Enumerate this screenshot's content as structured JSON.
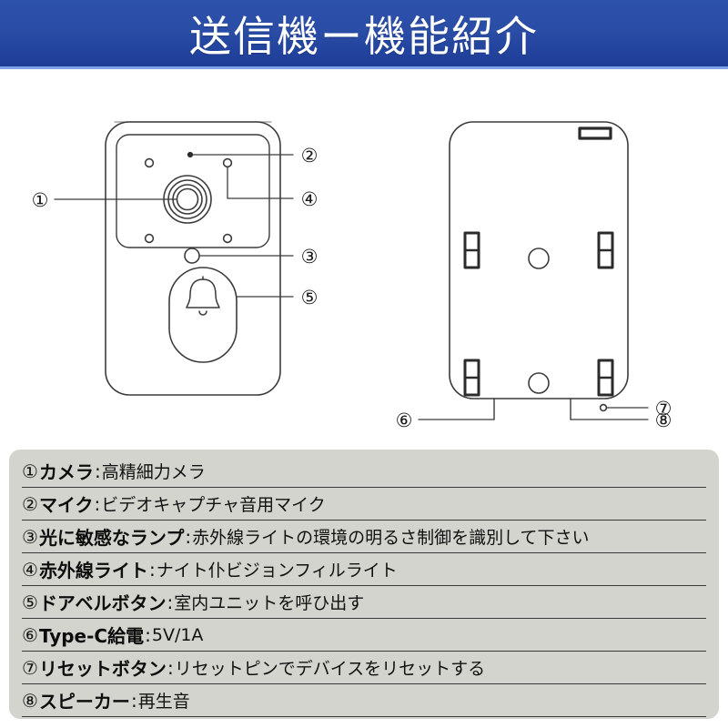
{
  "header": {
    "title": "送信機ー機能紹介",
    "background_color": "#224aa5",
    "text_color": "#ffffff",
    "underline_color": "#7fa1e8"
  },
  "diagram": {
    "front_view": {
      "name": "doorbell-front-view",
      "parts": [
        {
          "id": "camera",
          "callout": "①"
        },
        {
          "id": "microphone",
          "callout": "②"
        },
        {
          "id": "light-sensor",
          "callout": "③"
        },
        {
          "id": "infrared-light",
          "callout": "④"
        },
        {
          "id": "doorbell-button",
          "callout": "⑤"
        }
      ]
    },
    "back_view": {
      "name": "doorbell-back-view",
      "parts": [
        {
          "id": "type-c-power",
          "callout": "⑥"
        },
        {
          "id": "reset-button",
          "callout": "⑦"
        },
        {
          "id": "speaker",
          "callout": "⑧"
        }
      ]
    },
    "callouts": {
      "c1": "①",
      "c2": "②",
      "c3": "③",
      "c4": "④",
      "c5": "⑤",
      "c6": "⑥",
      "c7": "⑦",
      "c8": "⑧"
    },
    "line_color": "#3b3b3b"
  },
  "legend": {
    "background_color": "#d4d4cf",
    "rule_color": "#3a3a3a",
    "separator": ":",
    "items": [
      {
        "num": "①",
        "term": "カメラ",
        "desc": "高精細力メラ"
      },
      {
        "num": "②",
        "term": " マイク",
        "desc": "ビデオキャプチャ音用マイク"
      },
      {
        "num": "③",
        "term": "光に敏感なランプ",
        "desc": "赤外線ライトの環境の明るさ制御を識別して下さい"
      },
      {
        "num": "④",
        "term": "赤外線ライト",
        "desc": "ナイト仆ビジョンフィルライト"
      },
      {
        "num": "⑤",
        "term": "ドアベルボタン",
        "desc": "室内ユニットを呼ひ出す"
      },
      {
        "num": "⑥",
        "term": "Type-C給電",
        "desc": "5V/1A"
      },
      {
        "num": "⑦",
        "term": "リセットボタン",
        "desc": "リセットピンでデバイスをリセットする"
      },
      {
        "num": "⑧",
        "term": "スピーカー",
        "desc": "再生音"
      }
    ]
  }
}
